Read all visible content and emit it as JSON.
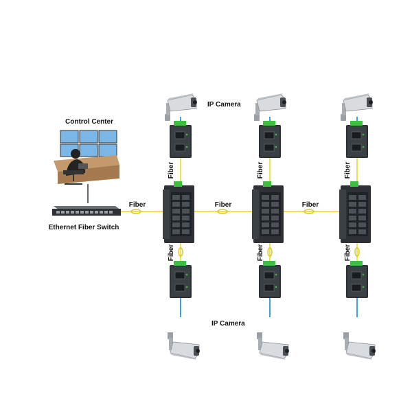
{
  "labels": {
    "control_center": "Control Center",
    "ethernet_switch": "Ethernet Fiber Switch",
    "ip_camera_top": "IP Camera",
    "ip_camera_bottom": "IP Camera",
    "fiber_main_1": "Fiber",
    "fiber_main_2": "Fiber",
    "fiber_main_3": "Fiber",
    "fiber_col1_top": "Fiber",
    "fiber_col1_bottom": "Fiber",
    "fiber_col2_top": "Fiber",
    "fiber_col2_bottom": "Fiber",
    "fiber_col3_top": "Fiber",
    "fiber_col3_bottom": "Fiber"
  },
  "colors": {
    "fiber": "#f2e24a",
    "copper": "#3aa0e8",
    "device": "#2d3135",
    "device_face": "#3b4045",
    "led_green": "#3fbf3f",
    "monitor": "#7ab7e6"
  },
  "icons": {
    "camera": "ip-camera-icon",
    "converter": "media-converter-icon",
    "switch": "industrial-switch-icon",
    "workstation": "control-center-icon",
    "rack_switch": "rack-switch-icon"
  }
}
